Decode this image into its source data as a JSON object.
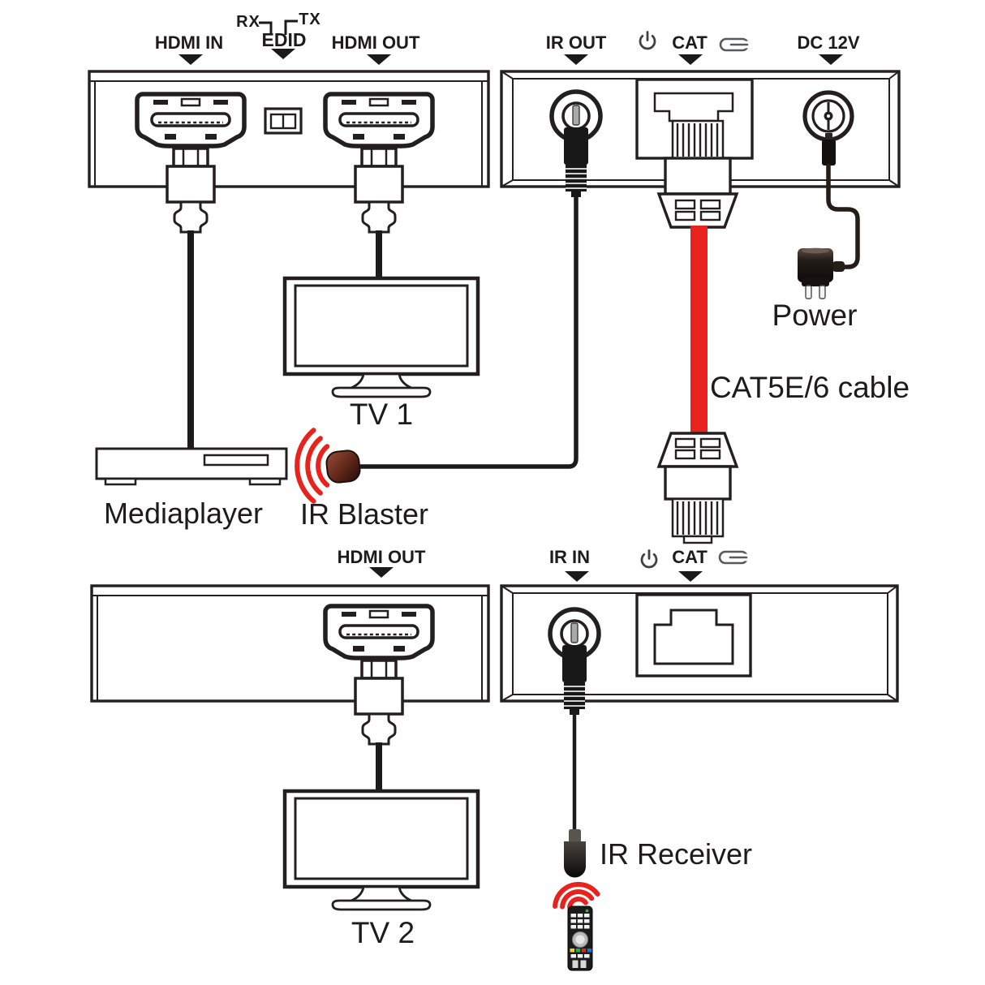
{
  "labels": {
    "hdmi_in": "HDMI IN",
    "rx": "RX",
    "tx": "TX",
    "edid": "EDID",
    "hdmi_out_top": "HDMI OUT",
    "ir_out": "IR OUT",
    "cat_top": "CAT",
    "dc_12v": "DC 12V",
    "power": "Power",
    "cat_cable": "CAT5E/6 cable",
    "tv1": "TV 1",
    "mediaplayer": "Mediaplayer",
    "ir_blaster": "IR Blaster",
    "hdmi_out_bottom": "HDMI OUT",
    "ir_in": "IR IN",
    "cat_bottom": "CAT",
    "tv2": "TV 2",
    "ir_receiver": "IR Receiver"
  },
  "icons": {
    "power": "power-icon",
    "link": "link-icon",
    "pointer": "triangle-down-icon",
    "ir_waves": "ir-signal-icon"
  },
  "colors": {
    "line": "#231f20",
    "cable_red": "#e8231e",
    "ir_wave_red": "#e8231e",
    "icon_gray": "#4d4d4f"
  }
}
